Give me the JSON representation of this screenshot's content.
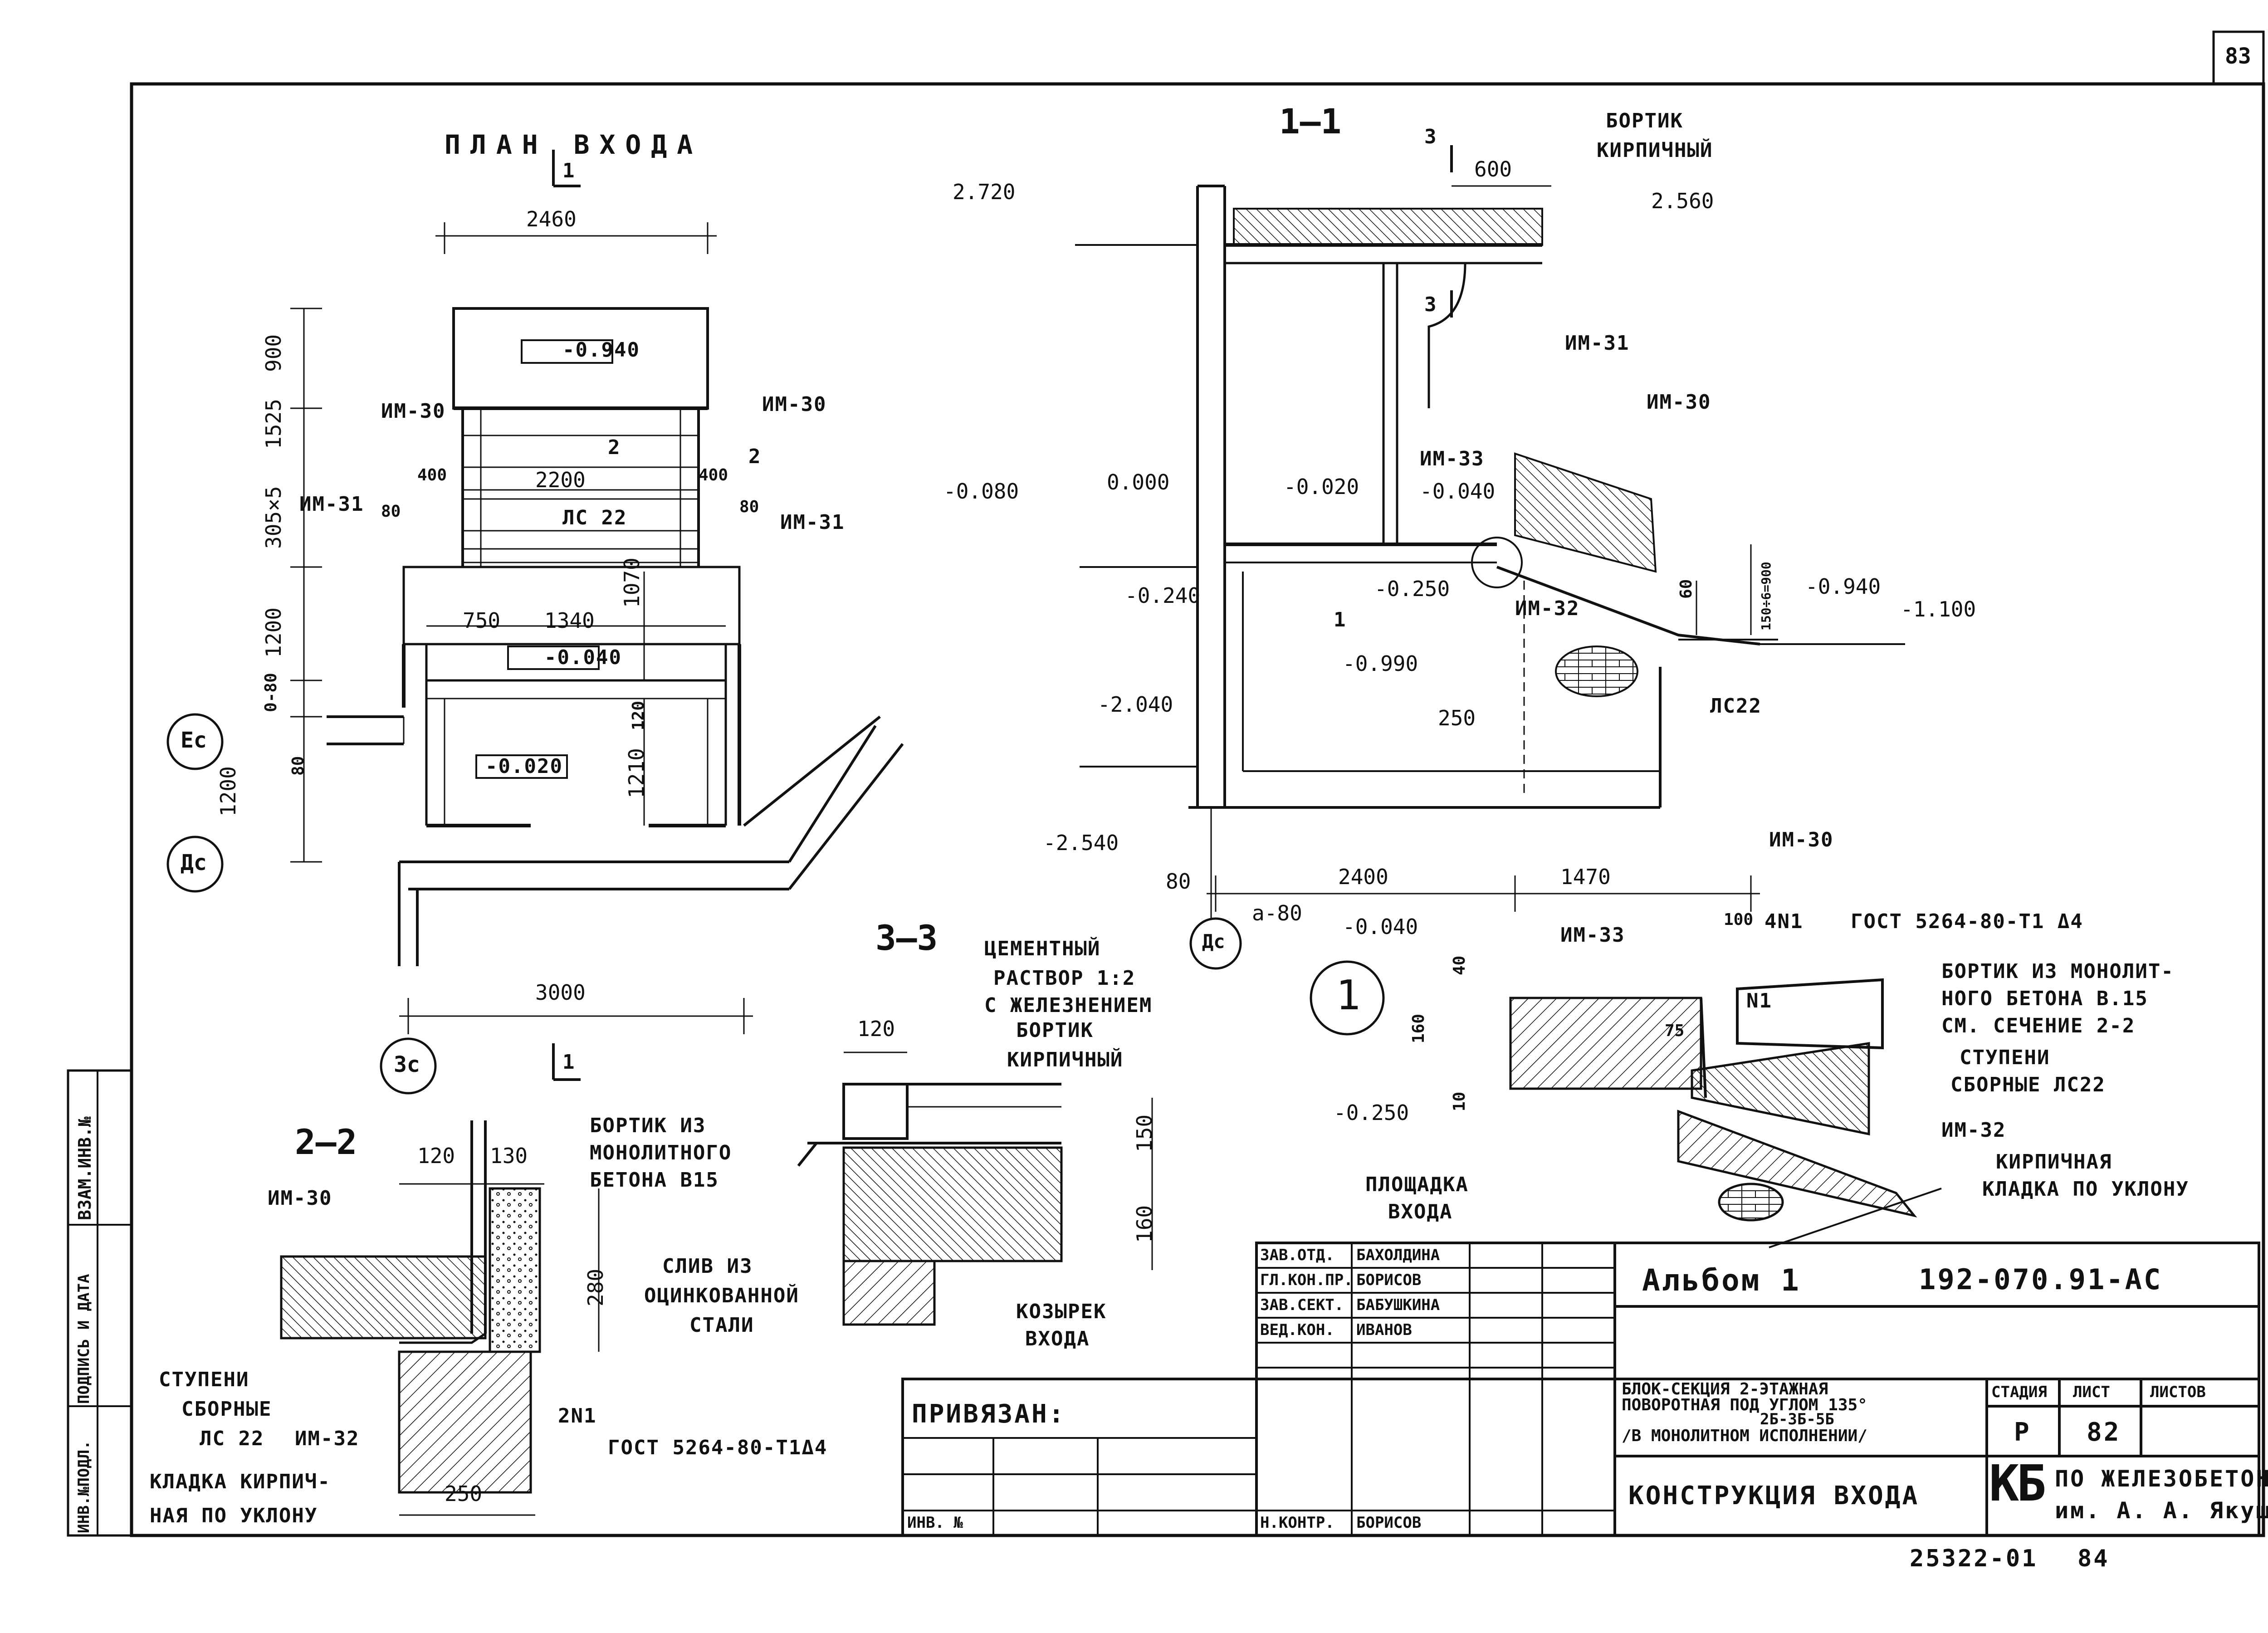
{
  "sheet": {
    "page_number": "83",
    "album": "Альбом 1",
    "doc_code": "192-070.91-АС",
    "project_title_lines": [
      "БЛОК-СЕКЦИЯ 2-ЭТАЖНАЯ",
      "ПОВОРОТНАЯ ПОД УГЛОМ 135°",
      "2Б-3Б-5Б",
      "/В МОНОЛИТНОМ ИСПОЛНЕНИИ/"
    ],
    "drawing_title": "КОНСТРУКЦИЯ ВХОДА",
    "stage_header": "СТАДИЯ",
    "sheet_header": "ЛИСТ",
    "sheets_header": "ЛИСТОВ",
    "stage": "Р",
    "sheet_no": "82",
    "sheets_total": "",
    "org_abbr": "КБ",
    "org_lines": [
      "ПО ЖЕЛЕЗОБЕТОНУ",
      "им. А. А. Якушева"
    ],
    "archive_no": "25322-01",
    "archive_page": "84",
    "privyazan": "ПРИВЯЗАН:",
    "inv_no": "ИНВ. №",
    "signatures": [
      {
        "role": "ЗАВ.ОТД.",
        "name": "БАХОЛДИНА"
      },
      {
        "role": "ГЛ.КОН.ПР.",
        "name": "БОРИСОВ"
      },
      {
        "role": "ЗАВ.СЕКТ.",
        "name": "БАБУШКИНА"
      },
      {
        "role": "ВЕД.КОН.",
        "name": "ИВАНОВ"
      }
    ],
    "control": {
      "role": "Н.КОНТР.",
      "name": "БОРИСОВ"
    },
    "side_stamp": [
      "ВЗАМ.ИНВ.№",
      "ИНВ.№ПОДЛ.",
      "ПОДПИСЬ И ДАТА"
    ]
  },
  "plan": {
    "title": "ПЛАН ВХОДА",
    "dims": {
      "top": "2460",
      "bottom": "3000",
      "d900": "900",
      "d305": "305×5",
      "d1525": "1525",
      "d1200a": "1200",
      "d080": "0-80",
      "d80": "80",
      "d1200b": "1200",
      "d2200": "2200",
      "d400l": "400",
      "d400r": "400",
      "d80l": "80",
      "d80r": "80",
      "d750": "750",
      "d1340": "1340",
      "d1070": "1070",
      "d120": "120",
      "d1210": "1210"
    },
    "levels": {
      "l1": "-0.940",
      "l2": "-0.040",
      "l3": "-0.020"
    },
    "marks": {
      "im30l": "ИМ-30",
      "im30r": "ИМ-30",
      "im31l": "ИМ-31",
      "im31r": "ИМ-31",
      "lc22": "ЛС 22",
      "cut1_top": "1",
      "cut1_bottom": "1",
      "cut2a": "2",
      "cut2b": "2"
    },
    "axes": {
      "ec": "Ес",
      "dc": "Дс",
      "zc": "Зс"
    }
  },
  "section11": {
    "title": "1—1",
    "levels": {
      "l2720": "2.720",
      "l2560": "2.560",
      "l0080": "-0.080",
      "l0000": "0.000",
      "l0020": "-0.020",
      "l0040": "-0.040",
      "l0240": "-0.240",
      "l0250": "-0.250",
      "l0990": "-0.990",
      "l2040": "-2.040",
      "l2540": "-2.540",
      "l0940": "-0.940",
      "l1100": "-1.100"
    },
    "labels": {
      "bortik1": "БОРТИК",
      "bortik2": "КИРПИЧНЫЙ",
      "im31": "ИМ-31",
      "im30": "ИМ-30",
      "im33": "ИМ-33",
      "im32": "ИМ-32",
      "lc22": "ЛС22",
      "cut3a": "3",
      "cut3b": "3",
      "node1": "1"
    },
    "dims": {
      "d600": "600",
      "d60": "60",
      "dstep": "150÷6=900",
      "d250": "250",
      "d80": "80",
      "d2400": "2400",
      "d1470": "1470",
      "da80": "а-80"
    },
    "axis": "Дс"
  },
  "node1": {
    "number": "1",
    "labels": {
      "im30": "ИМ-30",
      "im33": "ИМ-33",
      "n1a": "4N1",
      "gost1": "ГОСТ 5264-80-Т1 Δ4",
      "n1b": "N1",
      "bortik": [
        "БОРТИК ИЗ МОНОЛИТ-",
        "НОГО БЕТОНА В.15",
        "СМ. СЕЧЕНИЕ 2-2"
      ],
      "steps": [
        "СТУПЕНИ",
        "СБОРНЫЕ ЛС22"
      ],
      "im32": "ИМ-32",
      "brick": [
        "КИРПИЧНАЯ",
        "КЛАДКА ПО УКЛОНУ"
      ],
      "platform": [
        "ПЛОЩАДКА",
        "ВХОДА"
      ]
    },
    "dims": {
      "l0040": "-0.040",
      "l0250": "-0.250",
      "d40": "40",
      "d160": "160",
      "d10": "10",
      "d100": "100",
      "d75": "75"
    }
  },
  "section22": {
    "title": "2—2",
    "labels": {
      "im30": "ИМ-30",
      "bortik": [
        "БОРТИК ИЗ",
        "МОНОЛИТНОГО",
        "БЕТОНА В15"
      ],
      "steps": [
        "СТУПЕНИ",
        "СБОРНЫЕ",
        "ЛС 22"
      ],
      "im32": "ИМ-32",
      "brick": [
        "КЛАДКА КИРПИЧ-",
        "НАЯ ПО УКЛОНУ"
      ],
      "n1": "2N1",
      "gost": "ГОСТ 5264-80-Т1Δ4"
    },
    "dims": {
      "d120": "120",
      "d130": "130",
      "d280": "280",
      "d250": "250"
    }
  },
  "section33": {
    "title": "3—3",
    "labels": {
      "mortar": [
        "ЦЕМЕНТНЫЙ",
        "РАСТВОР 1:2",
        "С ЖЕЛЕЗНЕНИЕМ"
      ],
      "bortik": [
        "БОРТИК",
        "КИРПИЧНЫЙ"
      ],
      "drain": [
        "СЛИВ ИЗ",
        "ОЦИНКОВАННОЙ",
        "СТАЛИ"
      ],
      "canopy": [
        "КОЗЫРЕК",
        "ВХОДА"
      ]
    },
    "dims": {
      "d120": "120",
      "d150": "150",
      "d160": "160"
    }
  }
}
